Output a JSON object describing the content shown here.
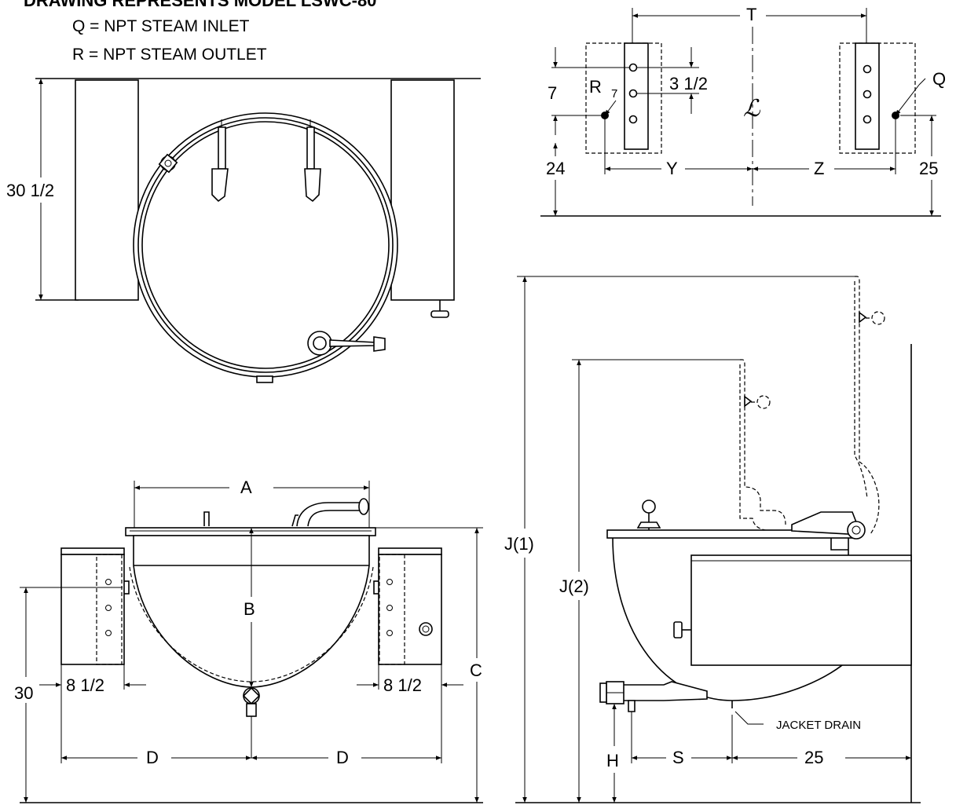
{
  "title": "DRAWING REPRESENTS MODEL LSWC-80",
  "legend": {
    "q": "Q = NPT STEAM INLET",
    "r": "R = NPT STEAM OUTLET"
  },
  "top_view": {
    "height": "30 1/2"
  },
  "detail_view": {
    "t": "T",
    "y": "Y",
    "z": "Z",
    "seven": "7",
    "three_half": "3 1/2",
    "r": "R",
    "r_sub": "7",
    "q": "Q",
    "cl": "ℒ",
    "dim_24": "24",
    "dim_25": "25"
  },
  "front_view": {
    "a": "A",
    "b": "B",
    "c": "C",
    "d_left": "D",
    "d_right": "D",
    "thirty": "30",
    "eight_half_left": "8 1/2",
    "eight_half_right": "8 1/2"
  },
  "side_view": {
    "j1": "J(1)",
    "j2": "J(2)",
    "h": "H",
    "s": "S",
    "dim_25": "25",
    "jacket_drain": "JACKET DRAIN"
  }
}
